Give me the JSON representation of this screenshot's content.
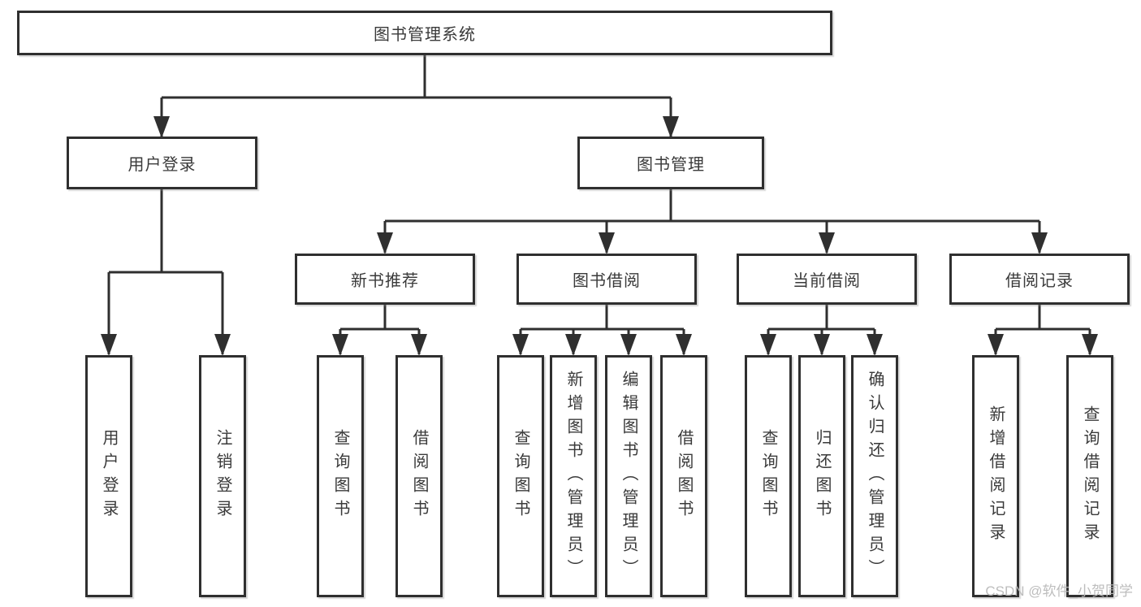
{
  "colors": {
    "line": "#2f2f2f",
    "box_border": "#2f2f2f",
    "box_fill": "#ffffff",
    "text": "#3a3a3a",
    "watermark": "#b9b9b9",
    "background": "#ffffff"
  },
  "watermark": {
    "text": "CSDN @软件_小贺同学"
  },
  "tree": {
    "label": "图书管理系统",
    "children": [
      {
        "label": "用户登录",
        "children": [
          {
            "label": "用户登录"
          },
          {
            "label": "注销登录"
          }
        ]
      },
      {
        "label": "图书管理",
        "children": [
          {
            "label": "新书推荐",
            "children": [
              {
                "label": "查询图书"
              },
              {
                "label": "借阅图书"
              }
            ]
          },
          {
            "label": "图书借阅",
            "children": [
              {
                "label": "查询图书"
              },
              {
                "label": "新增图书（管理员）"
              },
              {
                "label": "编辑图书（管理员）"
              },
              {
                "label": "借阅图书"
              }
            ]
          },
          {
            "label": "当前借阅",
            "children": [
              {
                "label": "查询图书"
              },
              {
                "label": "归还图书"
              },
              {
                "label": "确认归还（管理员）"
              }
            ]
          },
          {
            "label": "借阅记录",
            "children": [
              {
                "label": "新增借阅记录"
              },
              {
                "label": "查询借阅记录"
              }
            ]
          }
        ]
      }
    ]
  }
}
